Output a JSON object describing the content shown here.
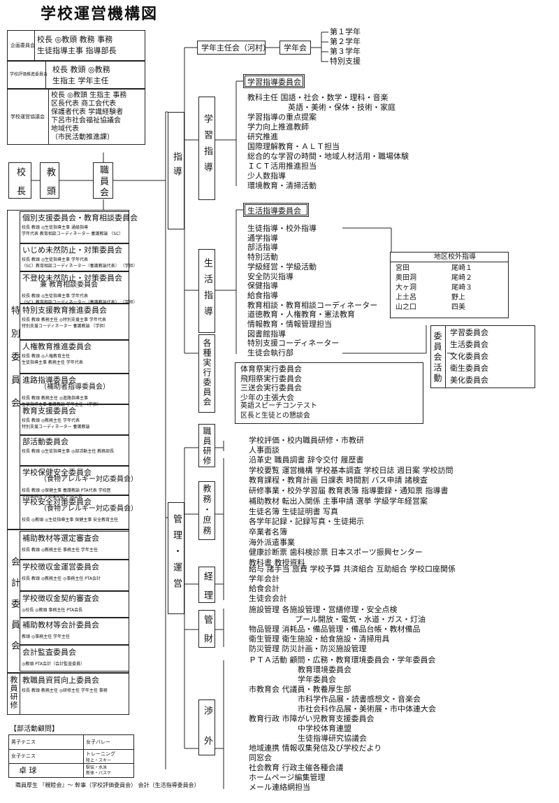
{
  "title": "学校運営機構図",
  "councils": [
    {
      "name": "企画委員会",
      "members": [
        "校長 ◎教頭 教務 事務",
        "生徒指導主事 指導部長"
      ]
    },
    {
      "name": "学校評価推進委員会",
      "members": [
        "校長 教頭 ◎教務",
        "生指主 学年主任"
      ]
    },
    {
      "name": "学校運営協議会",
      "members": [
        "校長 ◎教頭 生指主 事務",
        "区長代表 商工会代表",
        "保護者代表 学識経験者",
        "下呂市社会福祉協議会",
        "地域代表",
        "（市民活動推進課）"
      ]
    }
  ],
  "chain": {
    "principal": "校長",
    "vice_principal": "教頭",
    "staff_meeting": "職員会"
  },
  "committee_groups": {
    "special": "特別委員会",
    "accounting": "会計委員会",
    "training": "教員研修"
  },
  "special_committees": [
    {
      "name": "個別支援委員会・教育相談委員会",
      "members": [
        "校長 教頭 ◎生徒指導主事 通級指導",
        "学年代表 教育相談コーディネーター 養護教諭 （SC）"
      ]
    },
    {
      "name": "いじめ未然防止・対策委員会",
      "members": [
        "校長 教頭 ◎生徒指導主事 学年代表",
        "（SC）教育相談コーディネーター（養護教諭代表） （学担）"
      ]
    },
    {
      "name": "不登校未然防止・対策委員会",
      "subname": "兼 教育相談委員会",
      "members": [
        "校長 教頭 ◎生徒指導主事 学年代表",
        "（SC）教育相談コーディネーター（養護教諭代表） （学担）"
      ]
    },
    {
      "name": "特別支援教育推進委員会",
      "members": [
        "校長 教頭 教務主任 ◎特別支援主事 学年代表",
        "特別支援コーディネーター 養護教諭 （学担）"
      ]
    },
    {
      "name": "人権教育推進委員会",
      "members": [
        "校長 教頭 ◎人権教育主任",
        "生徒指導主事 教務主任 学年代表"
      ]
    },
    {
      "name": "進路指導委員会",
      "subname": "（補助者指導委員会）",
      "members": [
        "校長 教頭 教務主任 ◎進路指導主事",
        "生徒指導主事 養護教諭 学年主任 （学担）"
      ]
    },
    {
      "name": "教育支援委員会",
      "members": [
        "校長 教頭 ◎教務主任 学年代表",
        "特別支援コーディネーター 養護教諭"
      ]
    },
    {
      "name": "部活動委員会",
      "members": [
        "校長 教頭 ◎生徒指導主事 ◎部活動主任 教務部長"
      ]
    },
    {
      "name": "学校保健安全委員会",
      "subname": "（食物アレルギー対応委員会）",
      "members": [
        "校長 教頭 ◎保健主事 養護教諭 PTA代表 学校医",
        "学校歯科医 学校薬剤師 PTA会長"
      ]
    },
    {
      "name": "学校安全対策委員会",
      "subname": "（食物アレルギー対応委員会）",
      "members": [
        "校長 ◎教頭 ◎生徒指導主事 保健主事 安全教育主任"
      ]
    }
  ],
  "accounting_committees": [
    {
      "name": "補助教材等選定審査会",
      "members": [
        "校長 教頭 ◎教務主任 事務主任 学年主任"
      ]
    },
    {
      "name": "学校徴収金運営委員会",
      "members": [
        "校長 教頭 ◎教務主任 ◎事務主任 PTA会計"
      ]
    },
    {
      "name": "学校徴収金契約審査会",
      "members": [
        "◎校長 ◎教頭 事務主任 PTA会長"
      ]
    },
    {
      "name": "補助教材等会計委員会",
      "members": [
        "教頭 ◎事務主任 学年主任"
      ]
    },
    {
      "name": "会計監査委員会",
      "members": [
        "◎教頭 PTA会計（会計監査委員）"
      ]
    }
  ],
  "training_committees": [
    {
      "name": "教職員資質向上委員会",
      "members": [
        "校長 教頭 教務主任 ◎研修主任 学年主任 事務"
      ]
    }
  ],
  "club": {
    "title": "【部活動顧問】",
    "rows": [
      [
        "男子テニス",
        "",
        "女子バレー",
        ""
      ],
      [
        "女子テニス",
        "",
        "トレーニング",
        ""
      ],
      [
        "卓 球",
        "",
        "",
        ""
      ]
    ],
    "extra": [
      "陸上・スキー",
      "駅伝・水泳",
      "新体・バスケ"
    ],
    "footer": "職員厚生 『親睦会』～ 幹事（学校評価委員会） 会計（生活指導委員会）"
  },
  "divisions": {
    "guidance": "指導",
    "management": "管理・運営"
  },
  "grade_meeting": {
    "leader": "学年主任会（河村）",
    "meeting": "学年会",
    "grades": [
      "第１学年",
      "第２学年",
      "第３学年",
      "特別支援"
    ]
  },
  "learning": {
    "label": "学習指導",
    "committee": "学習指導委員会",
    "items": [
      "教科主任 国語・社会・数学・理科・音楽",
      "英語・美術・保体・技術・家庭",
      "学習指導の重点提案",
      "学力向上推進教師",
      "研究推進",
      "国際理解教育・ＡＬＴ担当",
      "総合的な学習の時間・地域人材活用・職場体験",
      "ＩＣＴ活用推進担当",
      "少人数指導",
      "環境教育・清掃活動"
    ]
  },
  "life": {
    "label": "生活指導",
    "committee": "生活指導委員会",
    "items": [
      "生徒指導・校外指導",
      "通学指導",
      "部活指導",
      "特別活動",
      "学級経営・学級活動",
      "安全防災指導",
      "保健指導",
      "給食指導",
      "教育相談・教育相談コーディネーター",
      "道徳教育・人権教育・憲法教育",
      "情報教育・情報管理担当",
      "図書館指導",
      "特別支援コーディネーター",
      "生徒会執行部"
    ]
  },
  "district": {
    "title": "地区校外指導",
    "rows": [
      [
        "宮田",
        "尾崎１"
      ],
      [
        "奥田洞",
        "尾崎２"
      ],
      [
        "大ヶ洞",
        "尾崎３"
      ],
      [
        "上土呂",
        "野上"
      ],
      [
        "山之口",
        "四美"
      ]
    ]
  },
  "student_committees": {
    "label": "委員会活動",
    "items": [
      "学習委員会",
      "生活委員会",
      "文化委員会",
      "衛生委員会",
      "美化委員会"
    ]
  },
  "events": {
    "label": "各種実行委員会",
    "items": [
      "体育祭実行委員会",
      "飛翔祭実行委員会",
      "三送会実行委員会",
      "少年の主張大会",
      "英語スピーチコンテスト",
      "区長と生徒との懇談会"
    ]
  },
  "staff_training": {
    "label": "職員研修",
    "items": [
      "学校評価・校内職員研修・市教研",
      "人事面談"
    ]
  },
  "affairs": {
    "label": "教務・庶務",
    "items": [
      "沿革史 職員調書 辞令交付 履歴書",
      "学校要覧 運営機構 学校基本調査 学校日誌 週日案 学校訪問",
      "教育課程・教育計画 日課表 時間割 バス申請 諸検査",
      "研修事業・校外学習届 教育表簿 指導要録・通知票 指導書",
      "補助教材 転出入関係 主事申請 選挙 学級学年経営案",
      "生徒名簿 生徒証明書 写真",
      "各学年記録・記録写真・生徒掲示",
      "卒業者名簿",
      "海外派遣事業",
      "健康診断票 歯科検診票 日本スポーツ振興センター",
      "教科書 教授資料"
    ]
  },
  "finance": {
    "label": "経理",
    "items": [
      "給与 諸手当 旅費 学校予算 共済組合 互助組合 学校口座関係",
      "学年会計",
      "給食会計",
      "生徒会会計"
    ]
  },
  "assets": {
    "label": "管財",
    "items": [
      "施設管理 各施設管理・営繕修理・安全点検",
      "プール開放・電気・水道・ガス・灯油",
      "物品管理 消耗品・備品管理・備品台帳・教材備品",
      "衛生管理 衛生施設・給食施設・清掃用具",
      "防災管理 防災計画・防災施設管理"
    ]
  },
  "external": {
    "label": "渉外",
    "items": [
      "ＰＴＡ活動 顧問・広務・教育環境委員会・学年委員会",
      "教育環境委員会",
      "学年委員会",
      "市教育会 代議員・教養厚生部",
      "市科学作品展・読書感想文・音楽会",
      "市社会科作品展・美術展・市中体連大会",
      "教育行政 市障がい児教育支援委員会",
      "中学校体育連盟",
      "生徒指導研究協議会",
      "地域連携 情報収集発信及び学校だより",
      "同窓会",
      "社会教育 行政主催各種会議",
      "ホームページ編集管理",
      "メール連絡網担当"
    ]
  }
}
